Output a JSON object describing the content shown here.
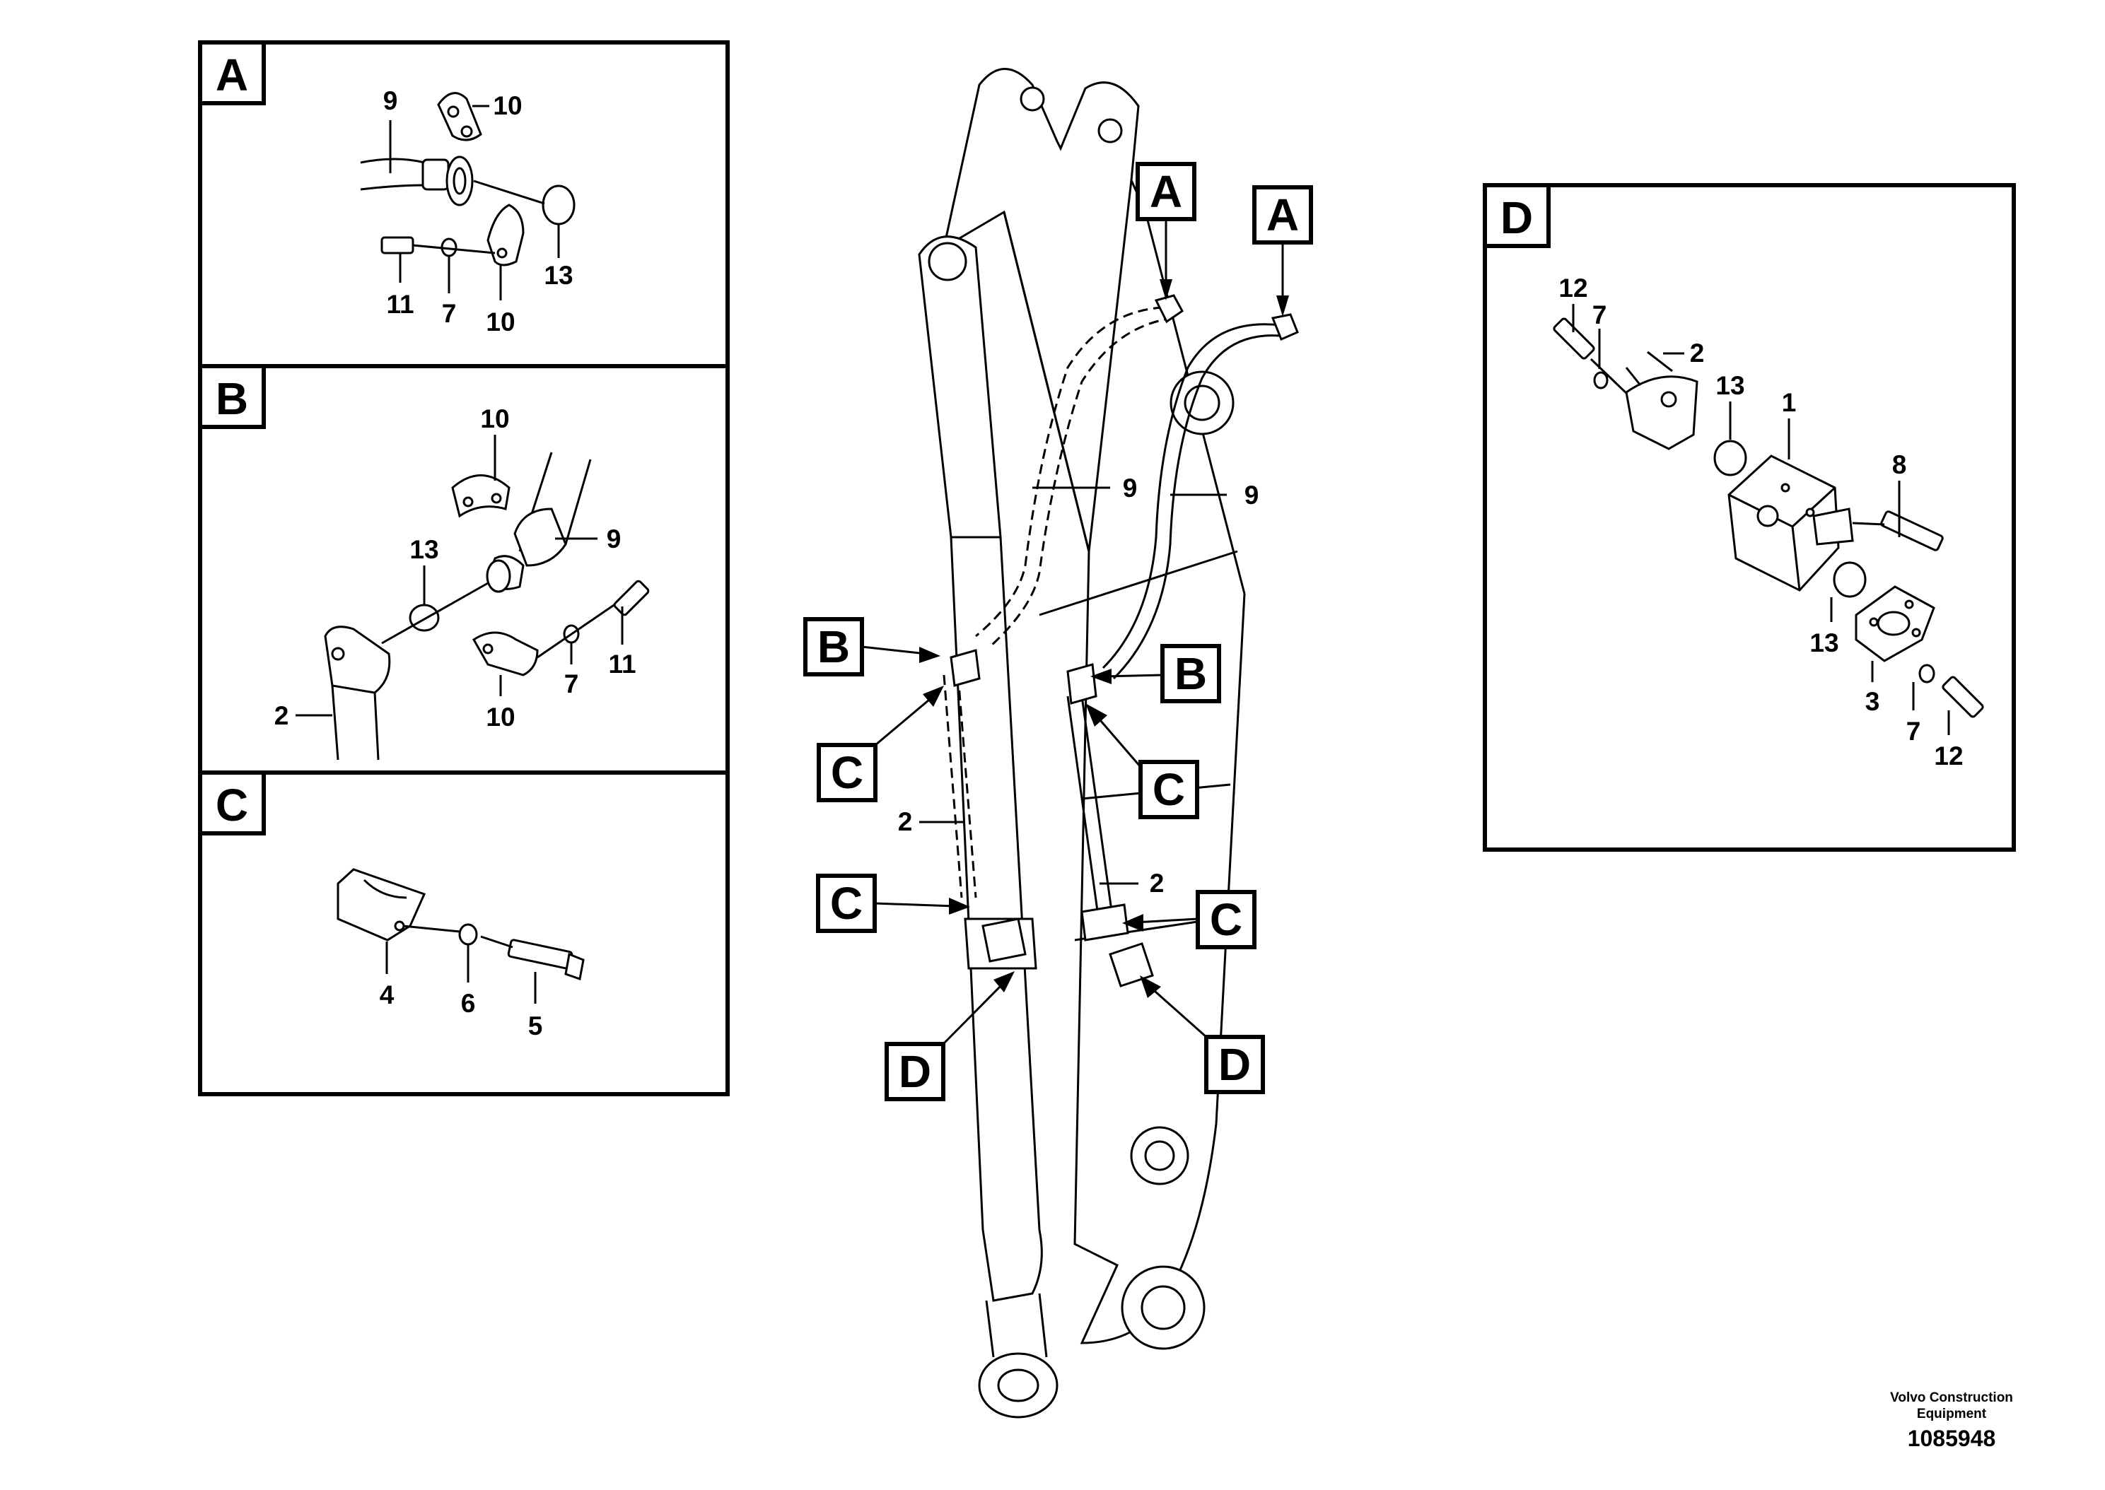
{
  "panels": {
    "A": {
      "label": "A",
      "parts": [
        "9",
        "10",
        "13",
        "11",
        "7",
        "10"
      ]
    },
    "B": {
      "label": "B",
      "parts": [
        "10",
        "13",
        "9",
        "2",
        "11",
        "7",
        "10"
      ]
    },
    "C": {
      "label": "C",
      "parts": [
        "4",
        "6",
        "5"
      ]
    },
    "D": {
      "label": "D",
      "parts": [
        "12",
        "7",
        "2",
        "13",
        "1",
        "8",
        "13",
        "3",
        "7",
        "12"
      ]
    }
  },
  "main_view": {
    "callouts": [
      "A",
      "A",
      "B",
      "B",
      "C",
      "C",
      "C",
      "C",
      "D",
      "D"
    ],
    "part_labels": [
      "9",
      "9",
      "2",
      "2"
    ]
  },
  "footer": {
    "company_line1": "Volvo Construction",
    "company_line2": "Equipment",
    "drawing_number": "1085948"
  }
}
